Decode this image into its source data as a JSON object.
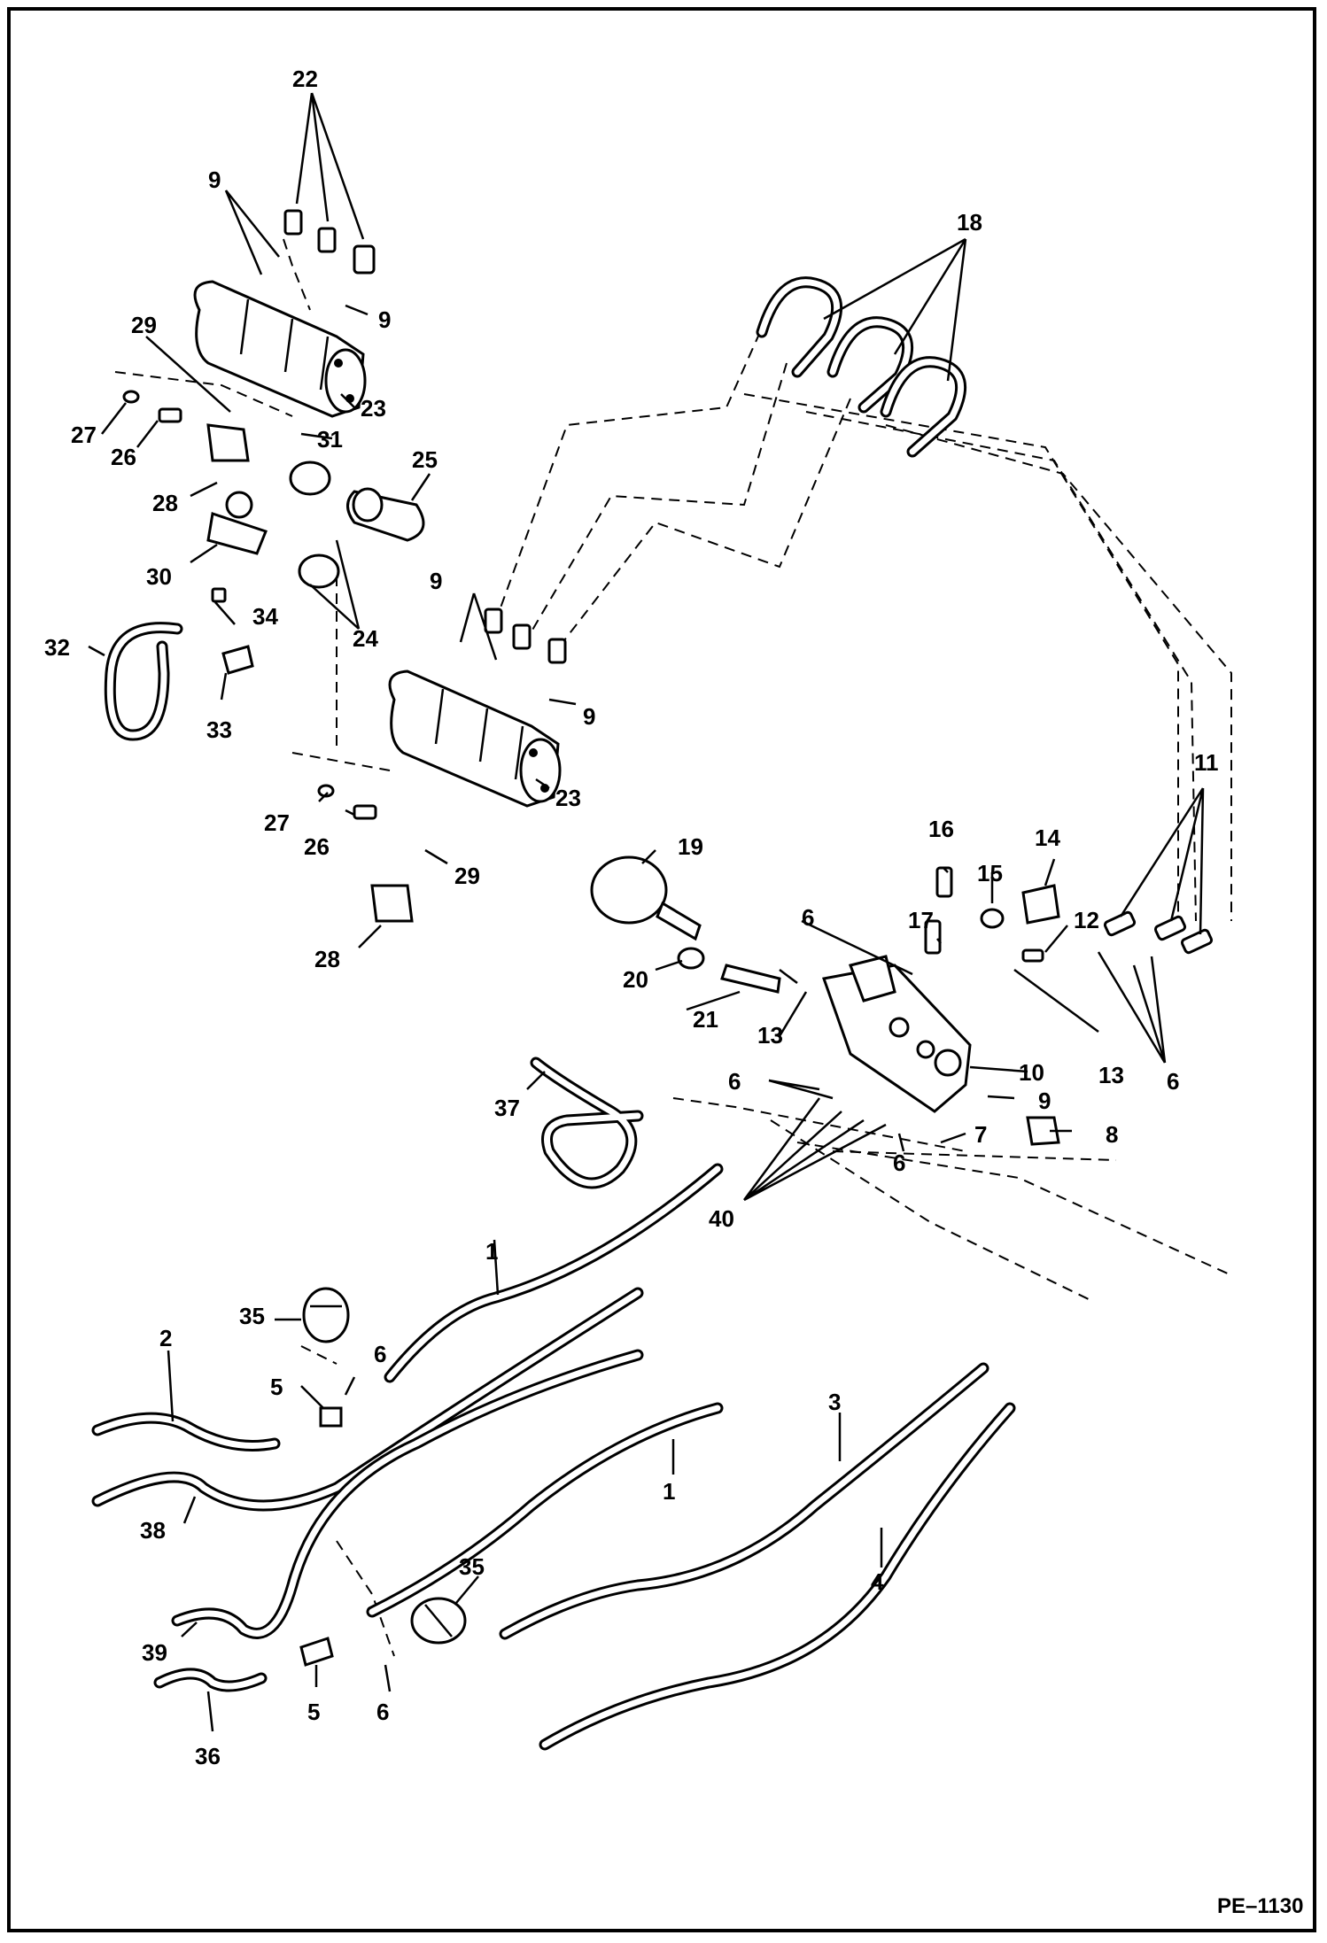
{
  "reference": "PE–1130",
  "callouts": {
    "c1": "1",
    "c2": "2",
    "c3": "3",
    "c4": "4",
    "c5": "5",
    "c6": "6",
    "c7": "7",
    "c8": "8",
    "c9": "9",
    "c10": "10",
    "c11": "11",
    "c12": "12",
    "c13": "13",
    "c14": "14",
    "c15": "15",
    "c16": "16",
    "c17": "17",
    "c18": "18",
    "c19": "19",
    "c20": "20",
    "c21": "21",
    "c22": "22",
    "c23": "23",
    "c24": "24",
    "c25": "25",
    "c26": "26",
    "c27": "27",
    "c28": "28",
    "c29": "29",
    "c30": "30",
    "c31": "31",
    "c32": "32",
    "c33": "33",
    "c34": "34",
    "c35": "35",
    "c36": "36",
    "c37": "37",
    "c38": "38",
    "c39": "39",
    "c40": "40"
  }
}
